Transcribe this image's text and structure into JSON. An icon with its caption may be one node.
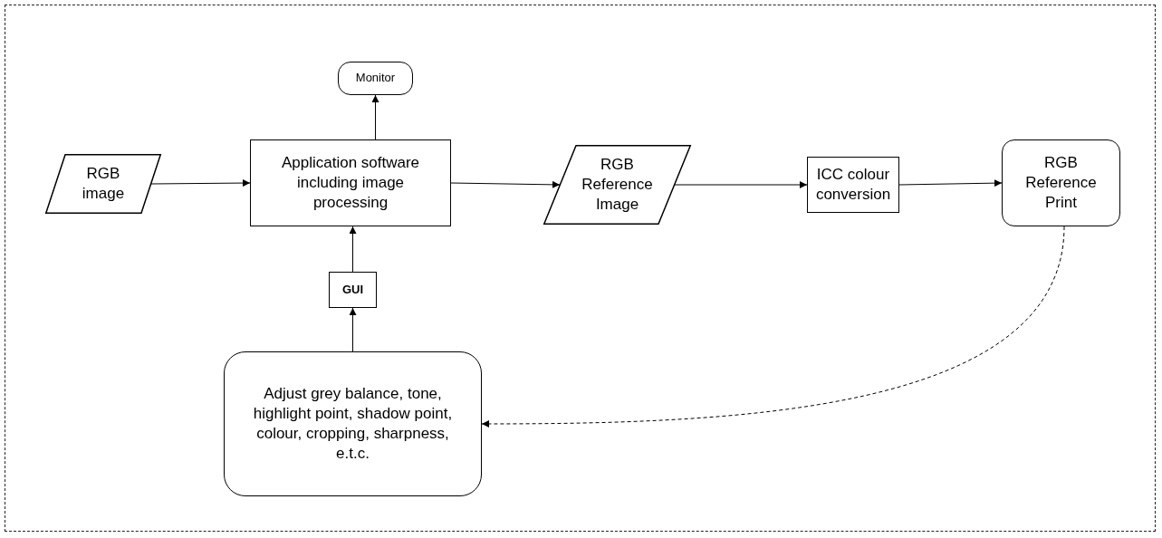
{
  "diagram": {
    "nodes": [
      {
        "text": [
          "RGB image"
        ]
      },
      {
        "text": [
          "Application software including image processing"
        ]
      },
      {
        "text": [
          "Monitor"
        ]
      },
      {
        "text": [
          "RGB Reference Image"
        ]
      },
      {
        "text": [
          "ICC colour conversion"
        ]
      },
      {
        "text": [
          "RGB Reference Print"
        ]
      },
      {
        "text": [
          "GUI"
        ]
      },
      {
        "text": [
          "Adjust grey balance, tone, highlight point, shadow point, colour, cropping, sharpness, e.t.c."
        ]
      }
    ],
    "edges": [
      {
        "from": 0,
        "to": 1,
        "arrow": "to"
      },
      {
        "from": 1,
        "to": 2,
        "arrow": "to"
      },
      {
        "from": 1,
        "to": 3,
        "arrow": "to"
      },
      {
        "from": 3,
        "to": 4,
        "arrow": "to"
      },
      {
        "from": 4,
        "to": 5,
        "arrow": "to"
      },
      {
        "from": 6,
        "to": 1,
        "arrow": "to"
      },
      {
        "from": 7,
        "to": 6,
        "arrow": "to"
      },
      {
        "from": 5,
        "to": 7,
        "arrow": "to",
        "style": "dashed"
      }
    ]
  }
}
